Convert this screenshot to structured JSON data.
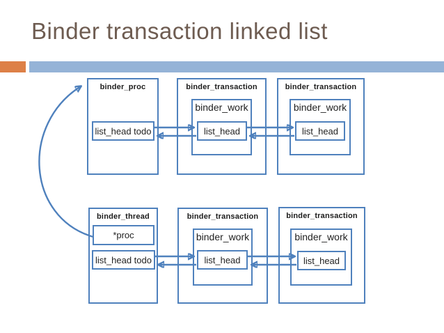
{
  "slide": {
    "title": "Binder transaction linked list"
  },
  "colors": {
    "box_border_blue": "#4F81BD",
    "underline_bar_blue": "#95B3D7",
    "accent_orange": "#DD8047",
    "title_brown": "#6E5C51"
  },
  "diagram": {
    "rows": [
      {
        "boxes": [
          {
            "title": "binder_proc",
            "field": "list_head todo"
          },
          {
            "title": "binder_transaction",
            "work": "binder_work",
            "field": "list_head"
          },
          {
            "title": "binder_transaction",
            "work": "binder_work",
            "field": "list_head"
          }
        ]
      },
      {
        "boxes": [
          {
            "title": "binder_thread",
            "pointer": "*proc",
            "field": "list_head todo"
          },
          {
            "title": "binder_transaction",
            "work": "binder_work",
            "field": "list_head"
          },
          {
            "title": "binder_transaction",
            "work": "binder_work",
            "field": "list_head"
          }
        ]
      }
    ]
  }
}
